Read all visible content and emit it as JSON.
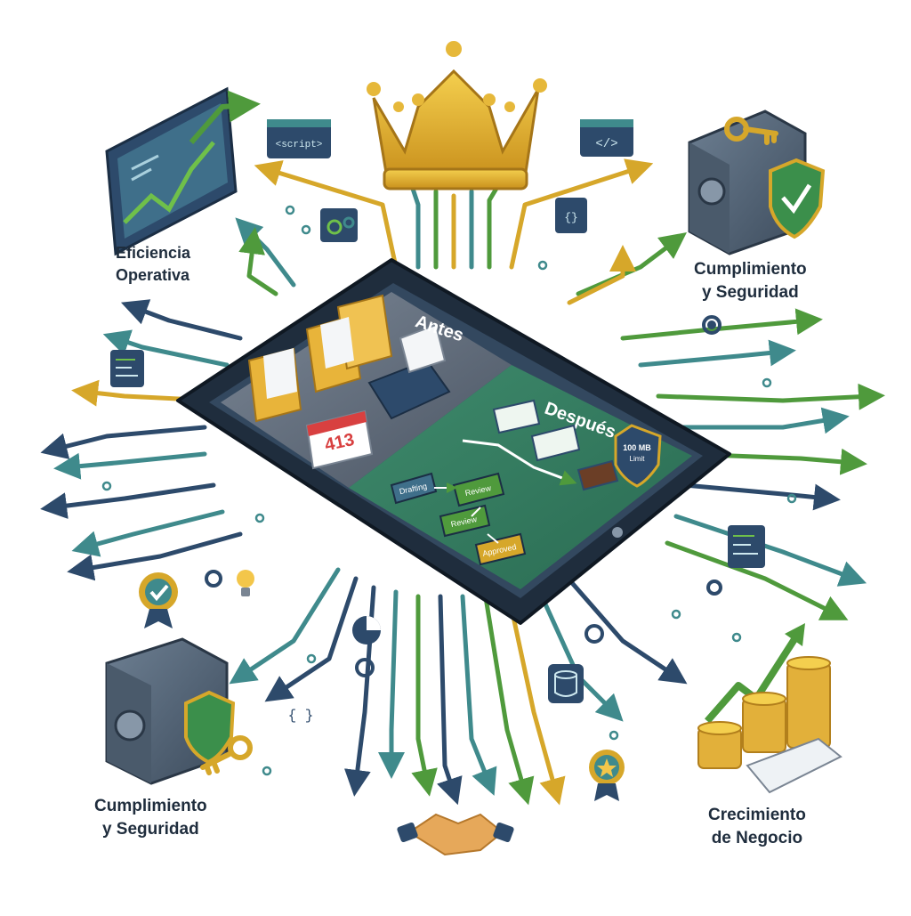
{
  "labels": {
    "eficiencia": [
      "Eficiencia",
      "Operativa"
    ],
    "cumplimiento_top": [
      "Cumplimiento",
      "y Seguridad"
    ],
    "cumplimiento_bottom": [
      "Cumplimiento",
      "y Seguridad"
    ],
    "crecimiento": [
      "Crecimiento",
      "de Negocio"
    ]
  },
  "tablet": {
    "antes_label": "Antes",
    "despues_label": "Después",
    "calendar_number": "413",
    "shield_badge": [
      "100 MB",
      "Limit"
    ],
    "flow_nodes": [
      "Drafting",
      "Review",
      "Review",
      "Approved"
    ]
  },
  "code_snippets": {
    "script_tag": "<script>",
    "slash_tag": "</>",
    "braces": "{}",
    "braces_bottom": "{ }"
  },
  "colors": {
    "navy": "#2d4a6b",
    "teal": "#3f8a8c",
    "green": "#4f9a3c",
    "gold": "#d6a72a",
    "dark_text": "#1f2d3d"
  },
  "icons": [
    "crown-icon",
    "chart-monitor-icon",
    "safe-icon",
    "key-icon",
    "shield-check-icon",
    "gear-icon",
    "lightbulb-icon",
    "badge-check-icon",
    "pie-chart-icon",
    "database-icon",
    "handshake-icon",
    "coins-icon",
    "star-badge-icon",
    "folders-icon",
    "typewriter-icon",
    "calendar-icon",
    "code-window-icon"
  ]
}
